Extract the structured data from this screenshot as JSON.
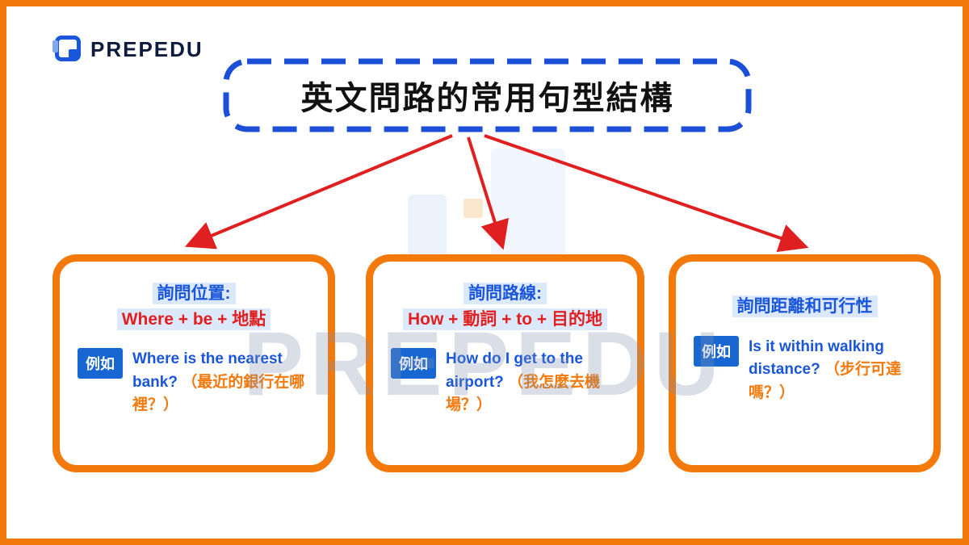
{
  "logo": {
    "text": "PREPEDU"
  },
  "title": "英文問路的常用句型結構",
  "watermark": "PREPEDU",
  "colors": {
    "frame_orange": "#F4790B",
    "title_dash_blue": "#1B4FD8",
    "arrow_red": "#E02020",
    "heading_blue": "#1A56DB",
    "heading_red": "#E02020",
    "highlight_bg": "#DCE9FB",
    "badge_bg": "#1766D1",
    "example_en_blue": "#1A56DB",
    "example_zh_orange": "#F4790B"
  },
  "boxes": [
    {
      "heading_line1": "詢問位置:",
      "heading_line2": "Where + be + 地點",
      "example_label": "例如",
      "example_en": "Where is the nearest bank?",
      "example_zh": "（最近的銀行在哪裡？）"
    },
    {
      "heading_line1": "詢問路線:",
      "heading_line2": "How + 動詞 + to + 目的地",
      "example_label": "例如",
      "example_en": "How do I get to the airport?",
      "example_zh": "（我怎麼去機場？）"
    },
    {
      "heading_line1": "詢問距離和可行性",
      "heading_line2": "",
      "example_label": "例如",
      "example_en": "Is it within walking distance?",
      "example_zh": "（步行可達嗎？）"
    }
  ]
}
